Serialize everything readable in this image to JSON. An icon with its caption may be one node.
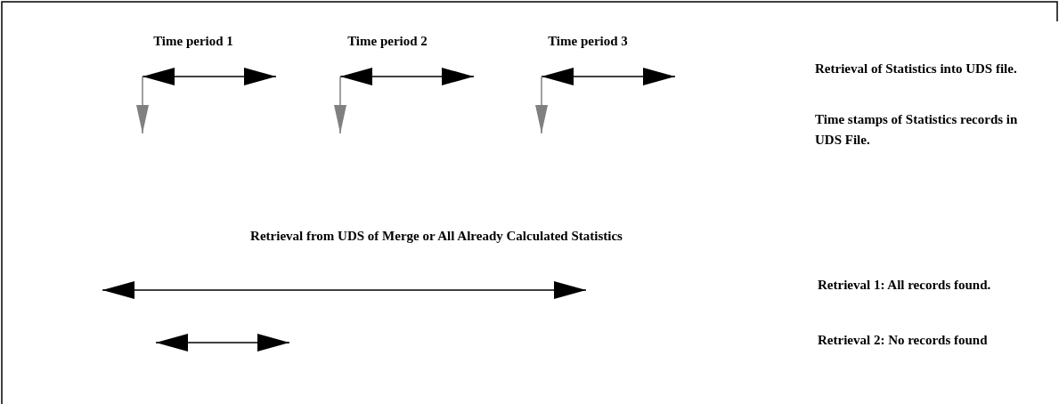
{
  "diagram": {
    "labels": [
      "Time period 1",
      "Time period 2",
      "Time period 3",
      "Retrieval of Statistics into UDS file.",
      "Time stamps of Statistics records in UDS File.",
      "Retrieval from UDS of Merge or All Already Calculated Statistics",
      "Retrieval 1: All records found.",
      "Retrieval 2: No records found"
    ]
  }
}
